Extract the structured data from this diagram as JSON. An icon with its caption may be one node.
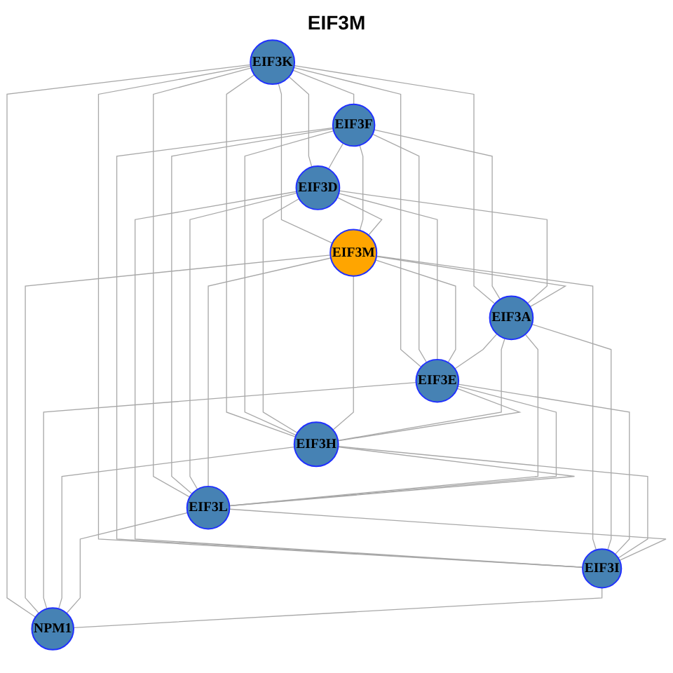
{
  "diagram": {
    "title": "EIF3M",
    "nodes": [
      {
        "text": [
          "EIF3K"
        ]
      },
      {
        "text": [
          "EIF3F"
        ]
      },
      {
        "text": [
          "EIF3D"
        ]
      },
      {
        "text": [
          "EIF3M"
        ]
      },
      {
        "text": [
          "EIF3A"
        ]
      },
      {
        "text": [
          "EIF3E"
        ]
      },
      {
        "text": [
          "EIF3H"
        ]
      },
      {
        "text": [
          "EIF3L"
        ]
      },
      {
        "text": [
          "EIF3I"
        ]
      },
      {
        "text": [
          "NPM1"
        ]
      }
    ],
    "edges": [
      {
        "from": 0,
        "to": 1,
        "arrow": "none"
      },
      {
        "from": 0,
        "to": 2,
        "arrow": "none"
      },
      {
        "from": 0,
        "to": 3,
        "arrow": "none"
      },
      {
        "from": 0,
        "to": 4,
        "arrow": "none"
      },
      {
        "from": 0,
        "to": 5,
        "arrow": "none"
      },
      {
        "from": 0,
        "to": 6,
        "arrow": "none"
      },
      {
        "from": 0,
        "to": 7,
        "arrow": "none"
      },
      {
        "from": 0,
        "to": 8,
        "arrow": "none"
      },
      {
        "from": 1,
        "to": 2,
        "arrow": "none"
      },
      {
        "from": 1,
        "to": 3,
        "arrow": "none"
      },
      {
        "from": 1,
        "to": 4,
        "arrow": "none"
      },
      {
        "from": 1,
        "to": 5,
        "arrow": "none"
      },
      {
        "from": 1,
        "to": 6,
        "arrow": "none"
      },
      {
        "from": 1,
        "to": 7,
        "arrow": "none"
      },
      {
        "from": 1,
        "to": 8,
        "arrow": "none"
      },
      {
        "from": 2,
        "to": 3,
        "arrow": "none"
      },
      {
        "from": 2,
        "to": 4,
        "arrow": "none"
      },
      {
        "from": 2,
        "to": 5,
        "arrow": "none"
      },
      {
        "from": 2,
        "to": 6,
        "arrow": "none"
      },
      {
        "from": 2,
        "to": 7,
        "arrow": "none"
      },
      {
        "from": 2,
        "to": 8,
        "arrow": "none"
      },
      {
        "from": 3,
        "to": 4,
        "arrow": "none"
      },
      {
        "from": 3,
        "to": 5,
        "arrow": "none"
      },
      {
        "from": 3,
        "to": 6,
        "arrow": "none"
      },
      {
        "from": 3,
        "to": 7,
        "arrow": "none"
      },
      {
        "from": 3,
        "to": 8,
        "arrow": "none"
      },
      {
        "from": 4,
        "to": 5,
        "arrow": "none"
      },
      {
        "from": 4,
        "to": 6,
        "arrow": "none"
      },
      {
        "from": 4,
        "to": 7,
        "arrow": "none"
      },
      {
        "from": 4,
        "to": 8,
        "arrow": "none"
      },
      {
        "from": 5,
        "to": 6,
        "arrow": "none"
      },
      {
        "from": 5,
        "to": 7,
        "arrow": "none"
      },
      {
        "from": 5,
        "to": 8,
        "arrow": "none"
      },
      {
        "from": 6,
        "to": 7,
        "arrow": "none"
      },
      {
        "from": 6,
        "to": 8,
        "arrow": "none"
      },
      {
        "from": 7,
        "to": 8,
        "arrow": "none"
      },
      {
        "from": 0,
        "to": 9,
        "arrow": "none"
      },
      {
        "from": 3,
        "to": 9,
        "arrow": "none"
      },
      {
        "from": 5,
        "to": 9,
        "arrow": "none"
      },
      {
        "from": 6,
        "to": 9,
        "arrow": "none"
      },
      {
        "from": 7,
        "to": 9,
        "arrow": "none"
      },
      {
        "from": 8,
        "to": 9,
        "arrow": "none"
      }
    ]
  }
}
